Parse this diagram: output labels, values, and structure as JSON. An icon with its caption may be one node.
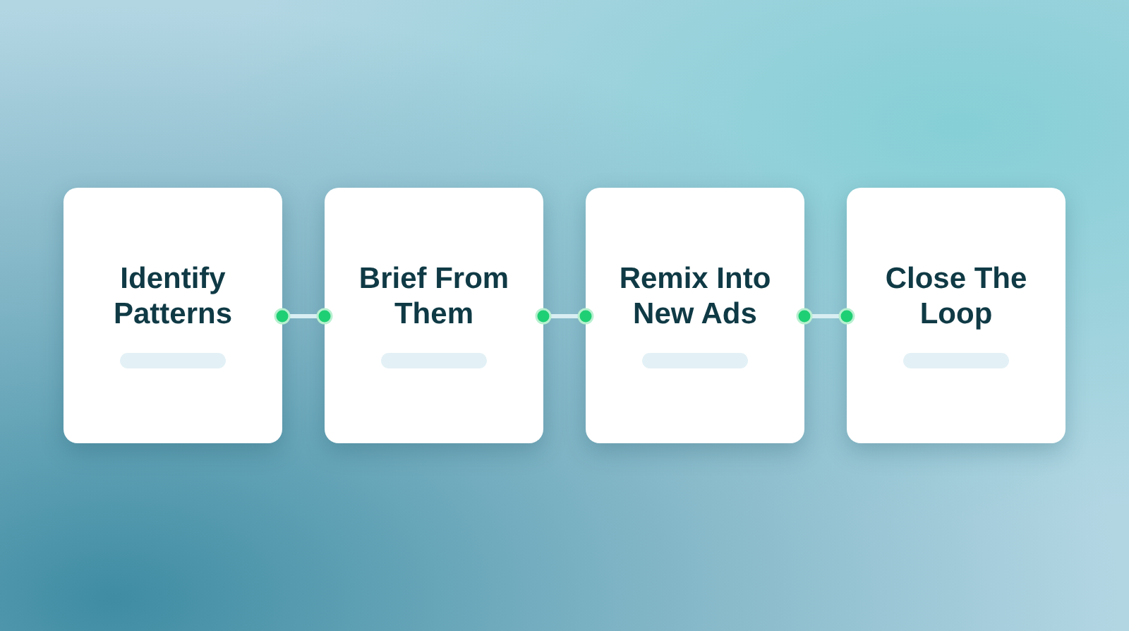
{
  "diagram": {
    "nodes": [
      {
        "text": [
          "Identify Patterns"
        ]
      },
      {
        "text": [
          "Brief From Them"
        ]
      },
      {
        "text": [
          "Remix Into New Ads"
        ]
      },
      {
        "text": [
          "Close The Loop"
        ]
      }
    ],
    "edges": [
      {
        "from": 0,
        "to": 1,
        "arrow": "other"
      },
      {
        "from": 1,
        "to": 2,
        "arrow": "other"
      },
      {
        "from": 2,
        "to": 3,
        "arrow": "other"
      }
    ]
  }
}
